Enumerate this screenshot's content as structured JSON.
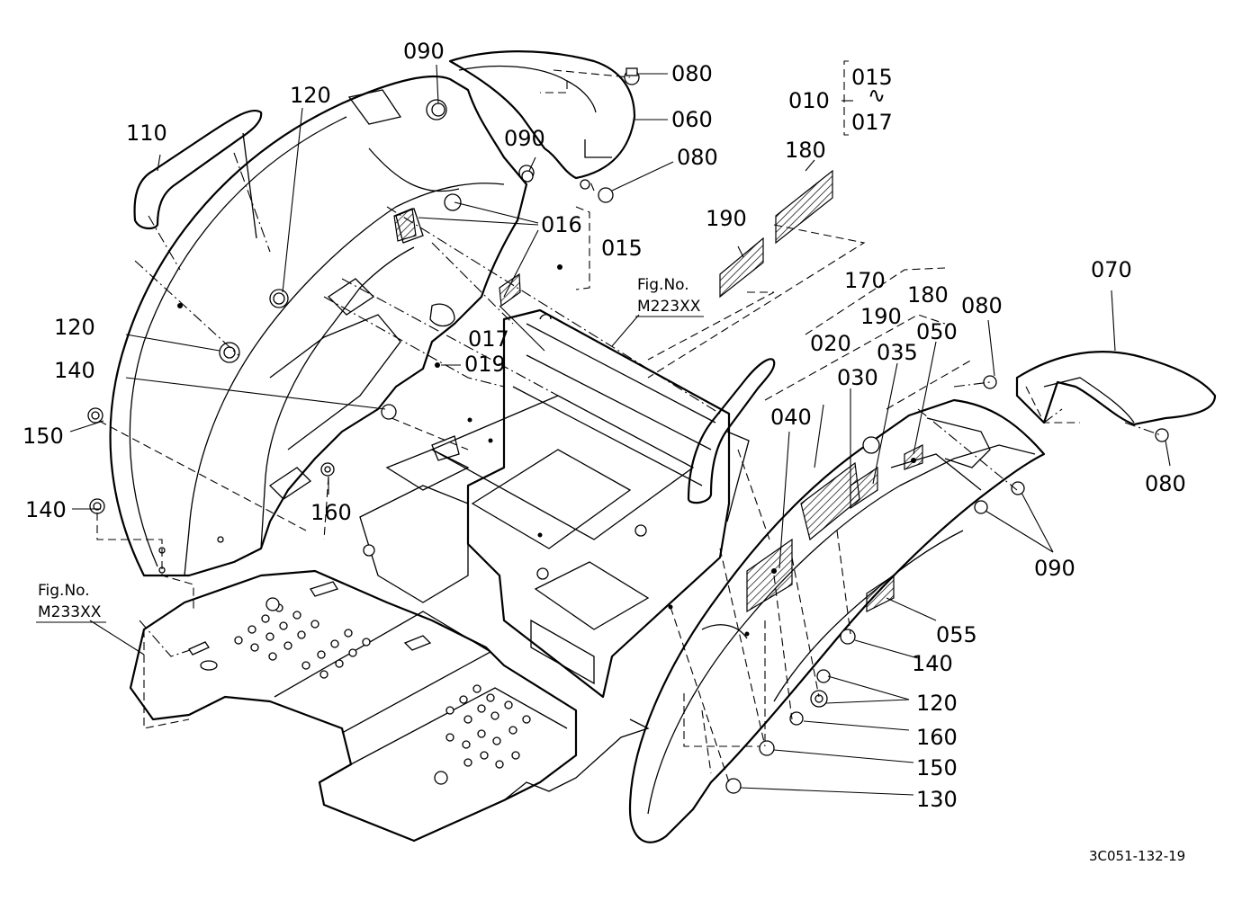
{
  "diagram_id": "3C051-132-19",
  "figure_refs": [
    {
      "line1": "Fig.No.",
      "line2": "M223XX"
    },
    {
      "line1": "Fig.No.",
      "line2": "M233XX"
    }
  ],
  "callouts": {
    "c090a": "090",
    "c080a": "080",
    "c060": "060",
    "c090b": "090",
    "c080b": "080",
    "c120a": "120",
    "c110": "110",
    "c010": "010",
    "c015a": "015",
    "c017a": "017",
    "tilde": "∿",
    "c180a": "180",
    "c190a": "190",
    "c016": "016",
    "c015b": "015",
    "c017b": "017",
    "c019": "019",
    "c120b": "120",
    "c140a": "140",
    "c150a": "150",
    "c140b": "140",
    "c160a": "160",
    "c170": "170",
    "c180b": "180",
    "c190b": "190",
    "c080c": "080",
    "c070": "070",
    "c020": "020",
    "c030": "030",
    "c035": "035",
    "c050": "050",
    "c040": "040",
    "c080d": "080",
    "c090c": "090",
    "c055": "055",
    "c140c": "140",
    "c120c": "120",
    "c160b": "160",
    "c150b": "150",
    "c130": "130"
  }
}
